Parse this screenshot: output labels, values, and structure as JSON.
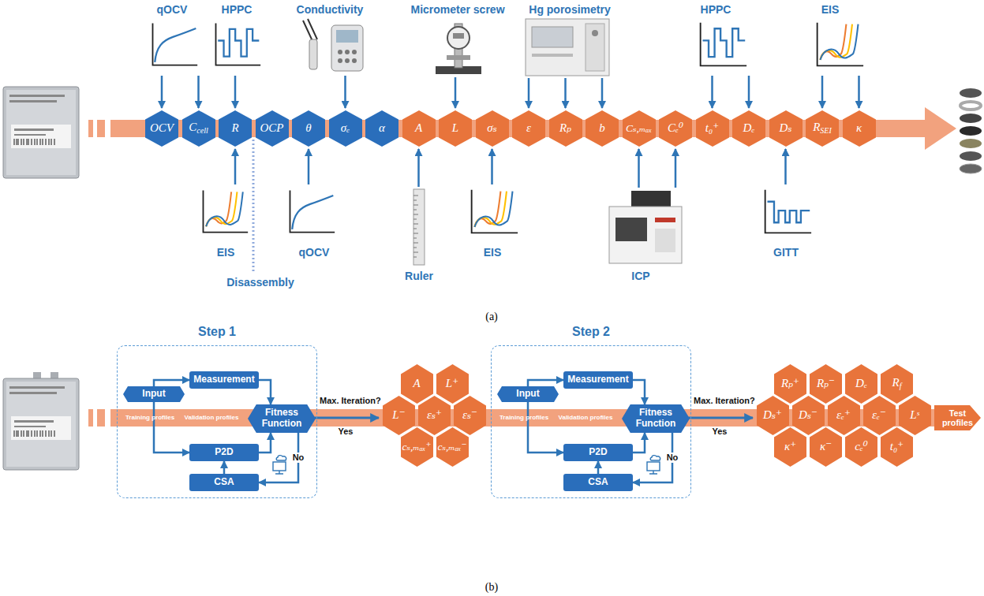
{
  "diagram": {
    "nodes": [
      {
        "text": [
          "OCV"
        ]
      },
      {
        "text": [
          "Ccell"
        ]
      },
      {
        "text": [
          "R"
        ]
      },
      {
        "text": [
          "OCP"
        ]
      },
      {
        "text": [
          "θ"
        ]
      },
      {
        "text": [
          "σₑ"
        ]
      },
      {
        "text": [
          "α"
        ]
      },
      {
        "text": [
          "A"
        ]
      },
      {
        "text": [
          "L"
        ]
      },
      {
        "text": [
          "σₛ"
        ]
      },
      {
        "text": [
          "ε"
        ]
      },
      {
        "text": [
          "Rₚ"
        ]
      },
      {
        "text": [
          "b"
        ]
      },
      {
        "text": [
          "Cₛ,ₘₐₓ"
        ]
      },
      {
        "text": [
          "Cₑ⁰"
        ]
      },
      {
        "text": [
          "t₀⁺"
        ]
      },
      {
        "text": [
          "Dₑ"
        ]
      },
      {
        "text": [
          "Dₛ"
        ]
      },
      {
        "text": [
          "RSEI"
        ]
      },
      {
        "text": [
          "κ"
        ]
      },
      {
        "text": [
          "Step 1"
        ]
      },
      {
        "text": [
          "Input"
        ],
        "in": 20
      },
      {
        "text": [
          "Measurement"
        ],
        "in": 20
      },
      {
        "text": [
          "Fitness Function"
        ],
        "in": 20
      },
      {
        "text": [
          "P2D"
        ],
        "in": 20
      },
      {
        "text": [
          "CSA"
        ],
        "in": 20
      },
      {
        "text": [
          "A"
        ]
      },
      {
        "text": [
          "L⁺"
        ]
      },
      {
        "text": [
          "L⁻"
        ]
      },
      {
        "text": [
          "εₛ⁺"
        ]
      },
      {
        "text": [
          "εₛ⁻"
        ]
      },
      {
        "text": [
          "cₛ,ₘₐₓ⁺"
        ]
      },
      {
        "text": [
          "cₛ,ₘₐₓ⁻"
        ]
      },
      {
        "text": [
          "Step 2"
        ]
      },
      {
        "text": [
          "Input"
        ],
        "in": 33
      },
      {
        "text": [
          "Measurement"
        ],
        "in": 33
      },
      {
        "text": [
          "Fitness Function"
        ],
        "in": 33
      },
      {
        "text": [
          "P2D"
        ],
        "in": 33
      },
      {
        "text": [
          "CSA"
        ],
        "in": 33
      },
      {
        "text": [
          "Rₚ⁺"
        ]
      },
      {
        "text": [
          "Rₚ⁻"
        ]
      },
      {
        "text": [
          "Dₑ"
        ]
      },
      {
        "text": [
          "Rf"
        ]
      },
      {
        "text": [
          "Dₛ⁺"
        ]
      },
      {
        "text": [
          "Dₛ⁻"
        ]
      },
      {
        "text": [
          "εₑ⁺"
        ]
      },
      {
        "text": [
          "εₑ⁻"
        ]
      },
      {
        "text": [
          "Lˢ"
        ]
      },
      {
        "text": [
          "κ⁺"
        ]
      },
      {
        "text": [
          "κ⁻"
        ]
      },
      {
        "text": [
          "cₑ⁰"
        ]
      },
      {
        "text": [
          "t₀⁺"
        ]
      },
      {
        "text": [
          "Test profiles"
        ]
      }
    ],
    "edges": [
      {
        "from": 21,
        "to": 22,
        "arrow": "to"
      },
      {
        "from": 21,
        "to": 24,
        "arrow": "to"
      },
      {
        "from": 22,
        "to": 23,
        "arrow": "to"
      },
      {
        "from": 24,
        "to": 23,
        "arrow": "to"
      },
      {
        "from": 23,
        "to": 25,
        "arrow": "to",
        "label": "No"
      },
      {
        "from": 25,
        "to": 24,
        "arrow": "to"
      },
      {
        "from": 34,
        "to": 35,
        "arrow": "to"
      },
      {
        "from": 34,
        "to": 37,
        "arrow": "to"
      },
      {
        "from": 35,
        "to": 36,
        "arrow": "to"
      },
      {
        "from": 37,
        "to": 36,
        "arrow": "to"
      },
      {
        "from": 36,
        "to": 38,
        "arrow": "to",
        "label": "No"
      },
      {
        "from": 38,
        "to": 37,
        "arrow": "to"
      }
    ],
    "labels": [
      "qOCV",
      "HPPC",
      "Conductivity",
      "Micrometer screw",
      "Hg porosimetry",
      "HPPC",
      "EIS",
      "EIS",
      "Disassembly",
      "qOCV",
      "Ruler",
      "EIS",
      "ICP",
      "GITT",
      "(a)",
      "Training profiles",
      "Validation profiles",
      "Max. Iteration?",
      "Yes",
      "Training profiles",
      "Validation profiles",
      "Max. Iteration?",
      "Yes",
      "(b)"
    ]
  }
}
